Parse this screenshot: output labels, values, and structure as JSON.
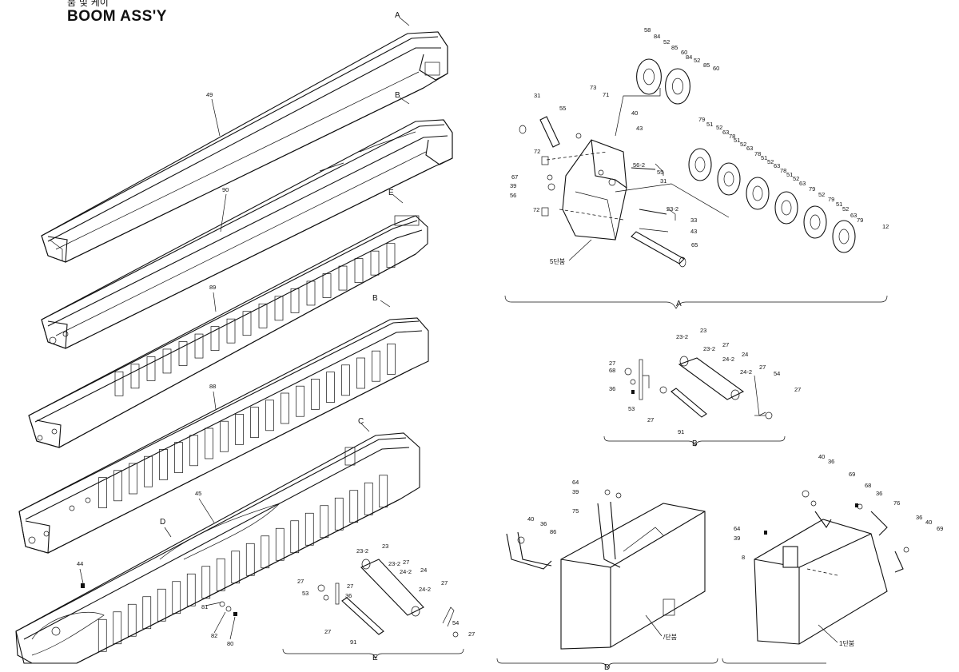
{
  "header": {
    "title_korean": "붐 및 케이",
    "title": "BOOM ASS'Y"
  },
  "callouts": {
    "A": "A",
    "B": "B",
    "C": "C",
    "D": "D",
    "E": "E"
  },
  "boom_parts": {
    "p49": "49",
    "p90": "90",
    "p89": "89",
    "p88": "88",
    "p45": "45",
    "p44": "44",
    "p81": "81",
    "p82": "82",
    "p80": "80"
  },
  "detail_A": {
    "label": "A",
    "stage_label": "5단붐",
    "parts": [
      "58",
      "84",
      "52",
      "85",
      "60",
      "84",
      "52",
      "85",
      "60",
      "31",
      "73",
      "71",
      "55",
      "40",
      "43",
      "72",
      "67",
      "39",
      "56",
      "72",
      "56-2",
      "55",
      "31",
      "23-2",
      "33",
      "43",
      "65",
      "79",
      "51",
      "52",
      "63",
      "78",
      "51",
      "52",
      "63",
      "78",
      "51",
      "52",
      "63",
      "78",
      "51",
      "52",
      "63",
      "79",
      "52",
      "79",
      "51",
      "52",
      "63",
      "79",
      "12"
    ]
  },
  "detail_B": {
    "label": "B",
    "parts": [
      "23-2",
      "23",
      "23-2",
      "27",
      "24",
      "24-2",
      "24-2",
      "27",
      "54",
      "27",
      "68",
      "36",
      "53",
      "27",
      "91",
      "27"
    ]
  },
  "detail_E": {
    "label": "E",
    "parts": [
      "23-2",
      "23",
      "23-2",
      "27",
      "24",
      "24-2",
      "24-2",
      "27",
      "27",
      "27",
      "53",
      "36",
      "27",
      "91",
      "54",
      "27"
    ]
  },
  "detail_D": {
    "label": "D",
    "stage_label": "/단붐",
    "parts": [
      "64",
      "39",
      "75",
      "40",
      "36",
      "86"
    ]
  },
  "detail_C": {
    "stage_label": "1단붐",
    "parts": [
      "40",
      "36",
      "69",
      "68",
      "36",
      "76",
      "64",
      "39",
      "8",
      "36",
      "40",
      "69"
    ]
  }
}
